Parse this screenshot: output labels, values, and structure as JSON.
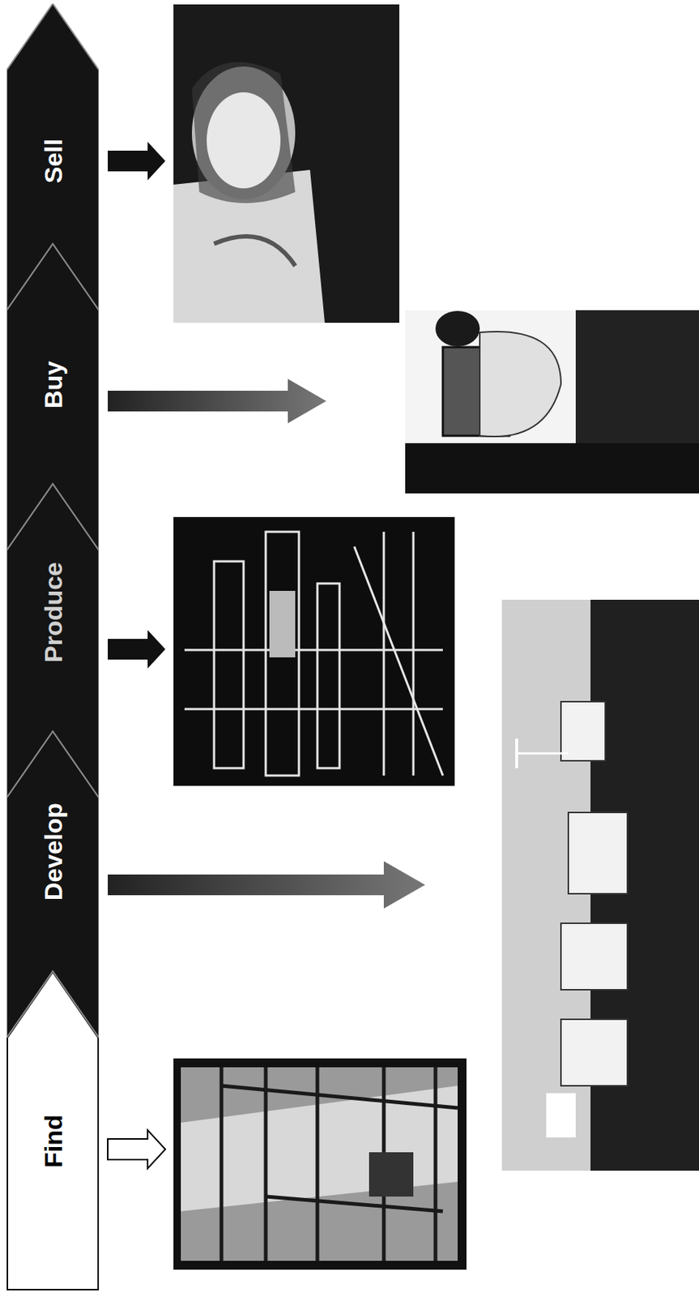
{
  "diagram": {
    "nodes": [
      {
        "text": [
          "Find"
        ]
      },
      {
        "text": [
          "Develop"
        ]
      },
      {
        "text": [
          "Produce"
        ]
      },
      {
        "text": [
          "Buy"
        ]
      },
      {
        "text": [
          "Sell"
        ]
      }
    ]
  }
}
